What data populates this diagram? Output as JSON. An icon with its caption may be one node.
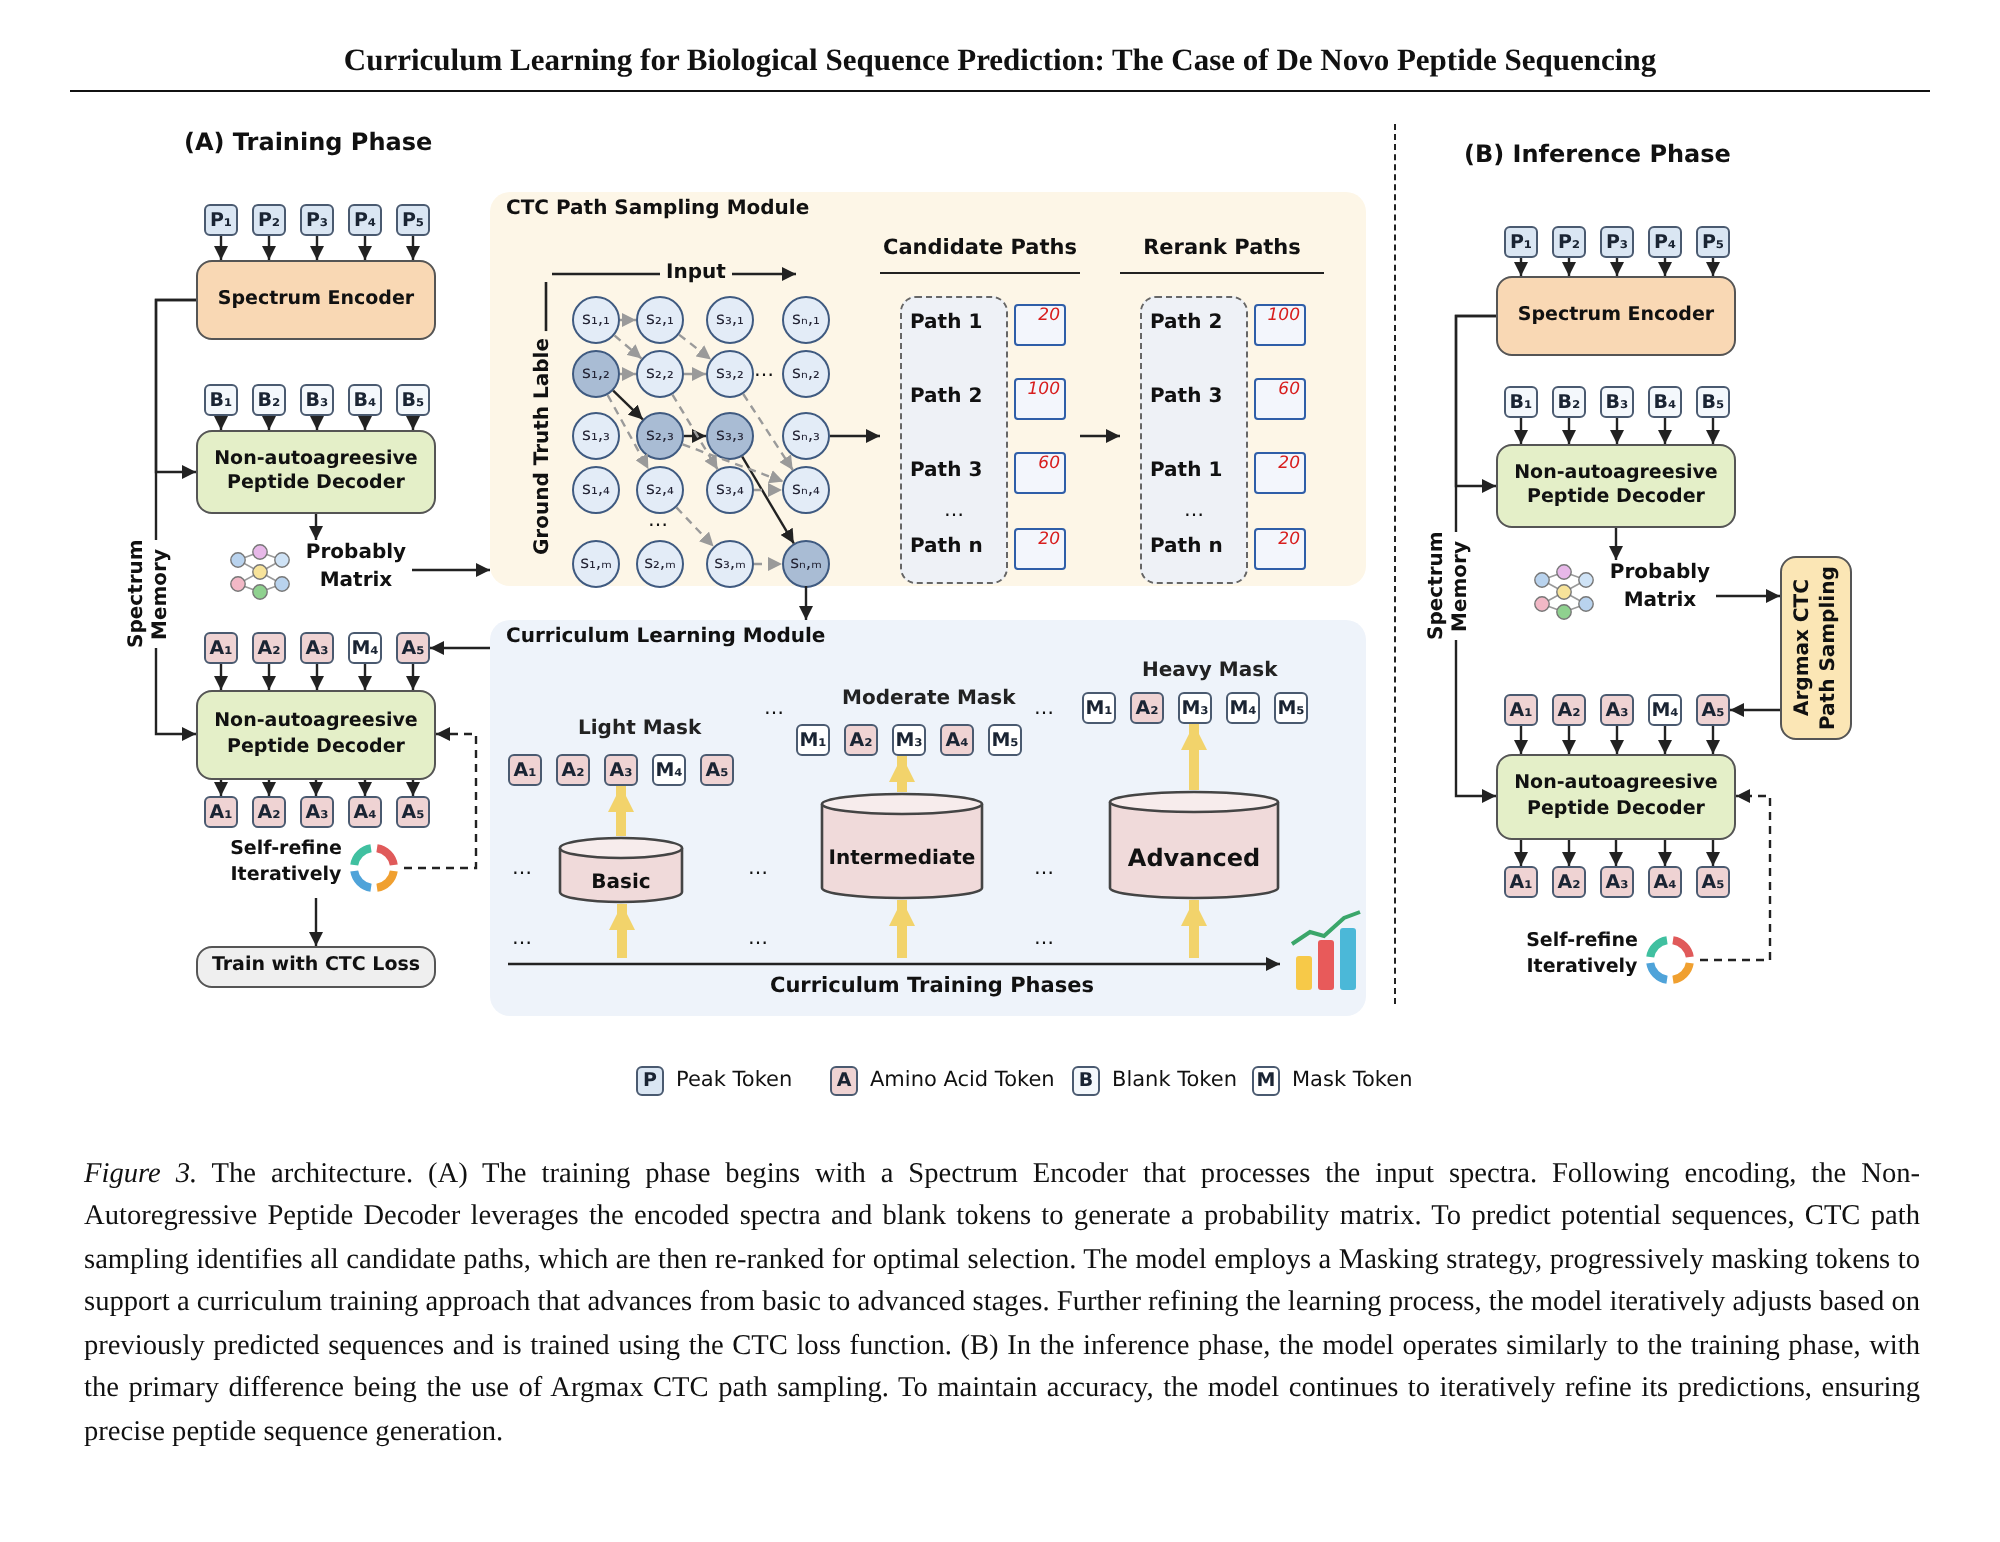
{
  "diagram": {
    "title": "Curriculum Learning for Biological Sequence Prediction: The Case of De Novo Peptide Sequencing",
    "caption": "*Figure 3.* The architecture. (A) The training phase begins with a Spectrum Encoder that processes the input spectra. Following encoding, the Non-Autoregressive Peptide Decoder leverages the encoded spectra and blank tokens to generate a probability matrix. To predict potential sequences, CTC path sampling identifies all candidate paths, which are then re-ranked for optimal selection. The model employs a Masking strategy, progressively masking tokens to support a curriculum training approach that advances from basic to advanced stages. Further refining the learning process, the model iteratively adjusts based on previously predicted sequences and is trained using the CTC loss function. (B) In the inference phase, the model operates similarly to the training phase, with the primary difference being the use of Argmax CTC path sampling. To maintain accuracy, the model continues to iteratively refine its predictions, ensuring precise peptide sequence generation.",
    "nodes": [
      {
        "text": [
          "P₁"
        ]
      },
      {
        "text": [
          "P₂"
        ]
      },
      {
        "text": [
          "P₃"
        ]
      },
      {
        "text": [
          "P₄"
        ]
      },
      {
        "text": [
          "P₅"
        ]
      },
      {
        "text": [
          "Spectrum Encoder"
        ]
      },
      {
        "text": [
          "B₁"
        ]
      },
      {
        "text": [
          "B₂"
        ]
      },
      {
        "text": [
          "B₃"
        ]
      },
      {
        "text": [
          "B₄"
        ]
      },
      {
        "text": [
          "B₅"
        ]
      },
      {
        "text": [
          "Non-autoagreesive Peptide Decoder"
        ]
      },
      {
        "text": [
          "Probably Matrix"
        ]
      },
      {
        "text": [
          "A₁"
        ]
      },
      {
        "text": [
          "A₂"
        ]
      },
      {
        "text": [
          "A₃"
        ]
      },
      {
        "text": [
          "M₄"
        ]
      },
      {
        "text": [
          "A₅"
        ]
      },
      {
        "text": [
          "Non-autoagreesive Peptide Decoder"
        ]
      },
      {
        "text": [
          "A₁"
        ]
      },
      {
        "text": [
          "A₂"
        ]
      },
      {
        "text": [
          "A₃"
        ]
      },
      {
        "text": [
          "A₄"
        ]
      },
      {
        "text": [
          "A₅"
        ]
      },
      {
        "text": [
          "Self-refine Iteratively"
        ]
      },
      {
        "text": [
          "Train with CTC Loss"
        ]
      },
      {
        "text": [
          "CTC Path Sampling Module"
        ]
      },
      {
        "text": [
          "s₁,₁"
        ],
        "in": 26
      },
      {
        "text": [
          "s₂,₁"
        ],
        "in": 26
      },
      {
        "text": [
          "s₃,₁"
        ],
        "in": 26
      },
      {
        "text": [
          "sₙ,₁"
        ],
        "in": 26
      },
      {
        "text": [
          "s₁,₂"
        ],
        "in": 26
      },
      {
        "text": [
          "s₂,₂"
        ],
        "in": 26
      },
      {
        "text": [
          "s₃,₂"
        ],
        "in": 26
      },
      {
        "text": [
          "sₙ,₂"
        ],
        "in": 26
      },
      {
        "text": [
          "s₁,₃"
        ],
        "in": 26
      },
      {
        "text": [
          "s₂,₃"
        ],
        "in": 26
      },
      {
        "text": [
          "s₃,₃"
        ],
        "in": 26
      },
      {
        "text": [
          "sₙ,₃"
        ],
        "in": 26
      },
      {
        "text": [
          "s₁,₄"
        ],
        "in": 26
      },
      {
        "text": [
          "s₂,₄"
        ],
        "in": 26
      },
      {
        "text": [
          "s₃,₄"
        ],
        "in": 26
      },
      {
        "text": [
          "sₙ,₄"
        ],
        "in": 26
      },
      {
        "text": [
          "s₁,ₘ"
        ],
        "in": 26
      },
      {
        "text": [
          "s₂,ₘ"
        ],
        "in": 26
      },
      {
        "text": [
          "s₃,ₘ"
        ],
        "in": 26
      },
      {
        "text": [
          "sₙ,ₘ"
        ],
        "in": 26
      },
      {
        "text": [
          "Candidate Paths"
        ],
        "in": 26
      },
      {
        "text": [
          "Path 1"
        ],
        "beside": [
          "20"
        ],
        "in": 47
      },
      {
        "text": [
          "Path 2"
        ],
        "beside": [
          "100"
        ],
        "in": 47
      },
      {
        "text": [
          "Path 3"
        ],
        "beside": [
          "60"
        ],
        "in": 47
      },
      {
        "text": [
          "…"
        ],
        "in": 47
      },
      {
        "text": [
          "Path n"
        ],
        "beside": [
          "20"
        ],
        "in": 47
      },
      {
        "text": [
          "Rerank Paths"
        ],
        "in": 26
      },
      {
        "text": [
          "Path 2"
        ],
        "beside": [
          "100"
        ],
        "in": 53
      },
      {
        "text": [
          "Path 3"
        ],
        "beside": [
          "60"
        ],
        "in": 53
      },
      {
        "text": [
          "Path 1"
        ],
        "beside": [
          "20"
        ],
        "in": 53
      },
      {
        "text": [
          "…"
        ],
        "in": 53
      },
      {
        "text": [
          "Path n"
        ],
        "beside": [
          "20"
        ],
        "in": 53
      },
      {
        "text": [
          "Curriculum Learning Module"
        ]
      },
      {
        "text": [
          "A₁"
        ],
        "in": 59
      },
      {
        "text": [
          "A₂"
        ],
        "in": 59
      },
      {
        "text": [
          "A₃"
        ],
        "in": 59
      },
      {
        "text": [
          "M₄"
        ],
        "in": 59
      },
      {
        "text": [
          "A₅"
        ],
        "in": 59
      },
      {
        "text": [
          "Basic"
        ],
        "in": 59
      },
      {
        "text": [
          "M₁"
        ],
        "in": 59
      },
      {
        "text": [
          "A₂"
        ],
        "in": 59
      },
      {
        "text": [
          "M₃"
        ],
        "in": 59
      },
      {
        "text": [
          "A₄"
        ],
        "in": 59
      },
      {
        "text": [
          "M₅"
        ],
        "in": 59
      },
      {
        "text": [
          "Intermediate"
        ],
        "in": 59
      },
      {
        "text": [
          "M₁"
        ],
        "in": 59
      },
      {
        "text": [
          "A₂"
        ],
        "in": 59
      },
      {
        "text": [
          "M₃"
        ],
        "in": 59
      },
      {
        "text": [
          "M₄"
        ],
        "in": 59
      },
      {
        "text": [
          "M₅"
        ],
        "in": 59
      },
      {
        "text": [
          "Advanced"
        ],
        "in": 59
      },
      {
        "text": [
          "P₁"
        ]
      },
      {
        "text": [
          "P₂"
        ]
      },
      {
        "text": [
          "P₃"
        ]
      },
      {
        "text": [
          "P₄"
        ]
      },
      {
        "text": [
          "P₅"
        ]
      },
      {
        "text": [
          "Spectrum Encoder"
        ]
      },
      {
        "text": [
          "B₁"
        ]
      },
      {
        "text": [
          "B₂"
        ]
      },
      {
        "text": [
          "B₃"
        ]
      },
      {
        "text": [
          "B₄"
        ]
      },
      {
        "text": [
          "B₅"
        ]
      },
      {
        "text": [
          "Non-autoagreesive Peptide Decoder"
        ]
      },
      {
        "text": [
          "Probably Matrix"
        ]
      },
      {
        "text": [
          "Argmax CTC Path Sampling"
        ]
      },
      {
        "text": [
          "A₁"
        ]
      },
      {
        "text": [
          "A₂"
        ]
      },
      {
        "text": [
          "A₃"
        ]
      },
      {
        "text": [
          "M₄"
        ]
      },
      {
        "text": [
          "A₅"
        ]
      },
      {
        "text": [
          "Non-autoagreesive Peptide Decoder"
        ]
      },
      {
        "text": [
          "A₁"
        ]
      },
      {
        "text": [
          "A₂"
        ]
      },
      {
        "text": [
          "A₃"
        ]
      },
      {
        "text": [
          "A₄"
        ]
      },
      {
        "text": [
          "A₅"
        ]
      },
      {
        "text": [
          "Self-refine Iteratively"
        ]
      }
    ],
    "edges": [
      {
        "from": 0,
        "to": 5,
        "arrow": "to"
      },
      {
        "from": 1,
        "to": 5,
        "arrow": "to"
      },
      {
        "from": 2,
        "to": 5,
        "arrow": "to"
      },
      {
        "from": 3,
        "to": 5,
        "arrow": "to"
      },
      {
        "from": 4,
        "to": 5,
        "arrow": "to"
      },
      {
        "from": 6,
        "to": 11,
        "arrow": "to"
      },
      {
        "from": 7,
        "to": 11,
        "arrow": "to"
      },
      {
        "from": 8,
        "to": 11,
        "arrow": "to"
      },
      {
        "from": 9,
        "to": 11,
        "arrow": "to"
      },
      {
        "from": 10,
        "to": 11,
        "arrow": "to"
      },
      {
        "from": 5,
        "to": 11,
        "arrow": "to"
      },
      {
        "from": 5,
        "to": 18,
        "arrow": "to",
        "label": "Spectrum Memory"
      },
      {
        "from": 11,
        "to": 12,
        "arrow": "to"
      },
      {
        "from": 12,
        "to": 26,
        "arrow": "to"
      },
      {
        "from": 31,
        "to": 36,
        "arrow": "to"
      },
      {
        "from": 36,
        "to": 37,
        "arrow": "to"
      },
      {
        "from": 37,
        "to": 46,
        "arrow": "to"
      },
      {
        "from": 27,
        "to": 28,
        "arrow": "to",
        "style": "dashed",
        "color": "#9a9a9a"
      },
      {
        "from": 27,
        "to": 32,
        "arrow": "to",
        "style": "dashed",
        "color": "#9a9a9a"
      },
      {
        "from": 31,
        "to": 32,
        "arrow": "to",
        "style": "dashed",
        "color": "#9a9a9a"
      },
      {
        "from": 31,
        "to": 40,
        "arrow": "to",
        "style": "dashed",
        "color": "#9a9a9a"
      },
      {
        "from": 28,
        "to": 33,
        "arrow": "to",
        "style": "dashed",
        "color": "#9a9a9a"
      },
      {
        "from": 32,
        "to": 33,
        "arrow": "to",
        "style": "dashed",
        "color": "#9a9a9a"
      },
      {
        "from": 32,
        "to": 41,
        "arrow": "to",
        "style": "dashed",
        "color": "#9a9a9a"
      },
      {
        "from": 33,
        "to": 42,
        "arrow": "to",
        "style": "dashed",
        "color": "#9a9a9a"
      },
      {
        "from": 36,
        "to": 42,
        "arrow": "to",
        "style": "dashed",
        "color": "#9a9a9a"
      },
      {
        "from": 40,
        "to": 45,
        "arrow": "to",
        "style": "dashed",
        "color": "#9a9a9a"
      },
      {
        "from": 41,
        "to": 42,
        "arrow": "to",
        "style": "dashed",
        "color": "#9a9a9a"
      },
      {
        "from": 45,
        "to": 46,
        "arrow": "to",
        "style": "dashed",
        "color": "#9a9a9a"
      },
      {
        "from": 38,
        "to": 47,
        "arrow": "to"
      },
      {
        "from": 47,
        "to": 53,
        "arrow": "to"
      },
      {
        "from": 26,
        "to": 59,
        "arrow": "to"
      },
      {
        "from": 59,
        "to": 17,
        "arrow": "to"
      },
      {
        "from": 13,
        "to": 18,
        "arrow": "to"
      },
      {
        "from": 14,
        "to": 18,
        "arrow": "to"
      },
      {
        "from": 15,
        "to": 18,
        "arrow": "to"
      },
      {
        "from": 16,
        "to": 18,
        "arrow": "to"
      },
      {
        "from": 17,
        "to": 18,
        "arrow": "to"
      },
      {
        "from": 18,
        "to": 19,
        "arrow": "to"
      },
      {
        "from": 18,
        "to": 20,
        "arrow": "to"
      },
      {
        "from": 18,
        "to": 21,
        "arrow": "to"
      },
      {
        "from": 18,
        "to": 22,
        "arrow": "to"
      },
      {
        "from": 18,
        "to": 23,
        "arrow": "to"
      },
      {
        "from": 24,
        "to": 18,
        "arrow": "to",
        "style": "dashed"
      },
      {
        "from": 24,
        "to": 25,
        "arrow": "to"
      },
      {
        "from": null,
        "to": 65,
        "arrow": "to",
        "style": "thick",
        "color": "#f2d36b"
      },
      {
        "from": 65,
        "to": 62,
        "arrow": "to",
        "style": "thick",
        "color": "#f2d36b"
      },
      {
        "from": null,
        "to": 71,
        "arrow": "to",
        "style": "thick",
        "color": "#f2d36b"
      },
      {
        "from": 71,
        "to": 68,
        "arrow": "to",
        "style": "thick",
        "color": "#f2d36b"
      },
      {
        "from": null,
        "to": 77,
        "arrow": "to",
        "style": "thick",
        "color": "#f2d36b"
      },
      {
        "from": 77,
        "to": 74,
        "arrow": "to",
        "style": "thick",
        "color": "#f2d36b"
      },
      {
        "from": 78,
        "to": 83,
        "arrow": "to"
      },
      {
        "from": 79,
        "to": 83,
        "arrow": "to"
      },
      {
        "from": 80,
        "to": 83,
        "arrow": "to"
      },
      {
        "from": 81,
        "to": 83,
        "arrow": "to"
      },
      {
        "from": 82,
        "to": 83,
        "arrow": "to"
      },
      {
        "from": 84,
        "to": 89,
        "arrow": "to"
      },
      {
        "from": 85,
        "to": 89,
        "arrow": "to"
      },
      {
        "from": 86,
        "to": 89,
        "arrow": "to"
      },
      {
        "from": 87,
        "to": 89,
        "arrow": "to"
      },
      {
        "from": 88,
        "to": 89,
        "arrow": "to"
      },
      {
        "from": 83,
        "to": 89,
        "arrow": "to"
      },
      {
        "from": 83,
        "to": 97,
        "arrow": "to",
        "label": "Spectrum Memory"
      },
      {
        "from": 89,
        "to": 90,
        "arrow": "to"
      },
      {
        "from": 90,
        "to": 91,
        "arrow": "to"
      },
      {
        "from": 91,
        "to": 96,
        "arrow": "to"
      },
      {
        "from": 92,
        "to": 97,
        "arrow": "to"
      },
      {
        "from": 93,
        "to": 97,
        "arrow": "to"
      },
      {
        "from": 94,
        "to": 97,
        "arrow": "to"
      },
      {
        "from": 95,
        "to": 97,
        "arrow": "to"
      },
      {
        "from": 96,
        "to": 97,
        "arrow": "to"
      },
      {
        "from": 97,
        "to": 98,
        "arrow": "to"
      },
      {
        "from": 97,
        "to": 99,
        "arrow": "to"
      },
      {
        "from": 97,
        "to": 100,
        "arrow": "to"
      },
      {
        "from": 97,
        "to": 101,
        "arrow": "to"
      },
      {
        "from": 97,
        "to": 102,
        "arrow": "to"
      },
      {
        "from": 103,
        "to": 97,
        "arrow": "to",
        "style": "dashed"
      }
    ],
    "labels": [
      "(A) Training Phase",
      "(B) Inference Phase",
      "Input",
      "Ground Truth Lable",
      "…",
      "…",
      "Heavy Mask",
      "Moderate Mask",
      "…",
      "…",
      "Light Mask",
      "…",
      "…",
      "…",
      "…",
      "…",
      "…",
      "Curriculum Training Phases",
      "P",
      "A",
      "B",
      "M"
    ],
    "legend": [
      {
        "text": "Peak Token",
        "color": "#dae6f3"
      },
      {
        "text": "Amino Acid Token",
        "color": "#efd3d3"
      },
      {
        "text": "Blank Token",
        "color": "#f4f8fc"
      },
      {
        "text": "Mask Token",
        "color": "#ffffff"
      }
    ]
  }
}
